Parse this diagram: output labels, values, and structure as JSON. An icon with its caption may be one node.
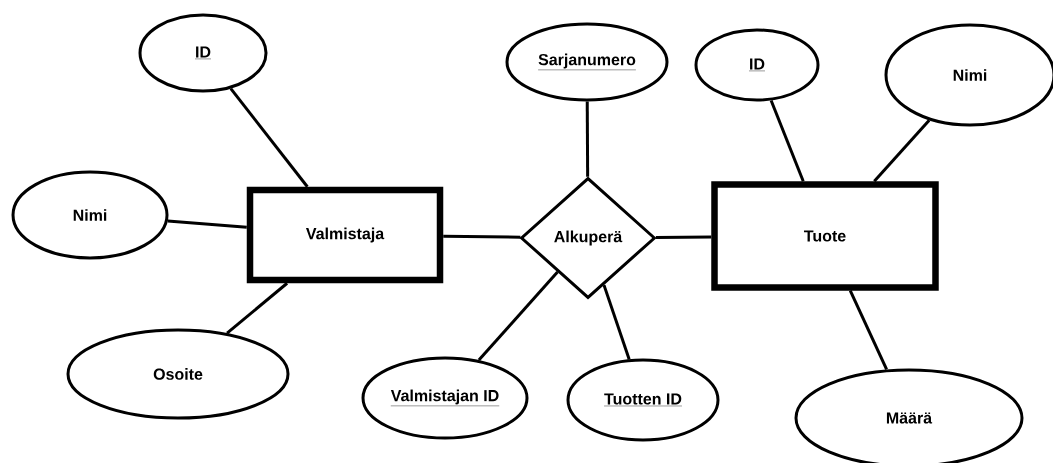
{
  "diagram": {
    "nodes": [
      {
        "text": [
          "ID"
        ]
      },
      {
        "text": [
          "Sarjanumero"
        ]
      },
      {
        "text": [
          "ID"
        ]
      },
      {
        "text": [
          "Nimi"
        ]
      },
      {
        "text": [
          "Nimi"
        ]
      },
      {
        "text": [
          "Valmistaja"
        ]
      },
      {
        "text": [
          "Alkuperä"
        ]
      },
      {
        "text": [
          "Tuote"
        ]
      },
      {
        "text": [
          "Osoite"
        ]
      },
      {
        "text": [
          "Valmistajan ID"
        ]
      },
      {
        "text": [
          "Tuotten ID"
        ]
      },
      {
        "text": [
          "Määrä"
        ]
      }
    ],
    "edges": [
      {
        "from": 0,
        "to": 5,
        "arrow": "none"
      },
      {
        "from": 4,
        "to": 5,
        "arrow": "none"
      },
      {
        "from": 8,
        "to": 5,
        "arrow": "none"
      },
      {
        "from": 5,
        "to": 6,
        "arrow": "none"
      },
      {
        "from": 1,
        "to": 6,
        "arrow": "none"
      },
      {
        "from": 6,
        "to": 7,
        "arrow": "none"
      },
      {
        "from": 6,
        "to": 9,
        "arrow": "none"
      },
      {
        "from": 6,
        "to": 10,
        "arrow": "none"
      },
      {
        "from": 2,
        "to": 7,
        "arrow": "none"
      },
      {
        "from": 3,
        "to": 7,
        "arrow": "none"
      },
      {
        "from": 7,
        "to": 11,
        "arrow": "none"
      }
    ]
  }
}
